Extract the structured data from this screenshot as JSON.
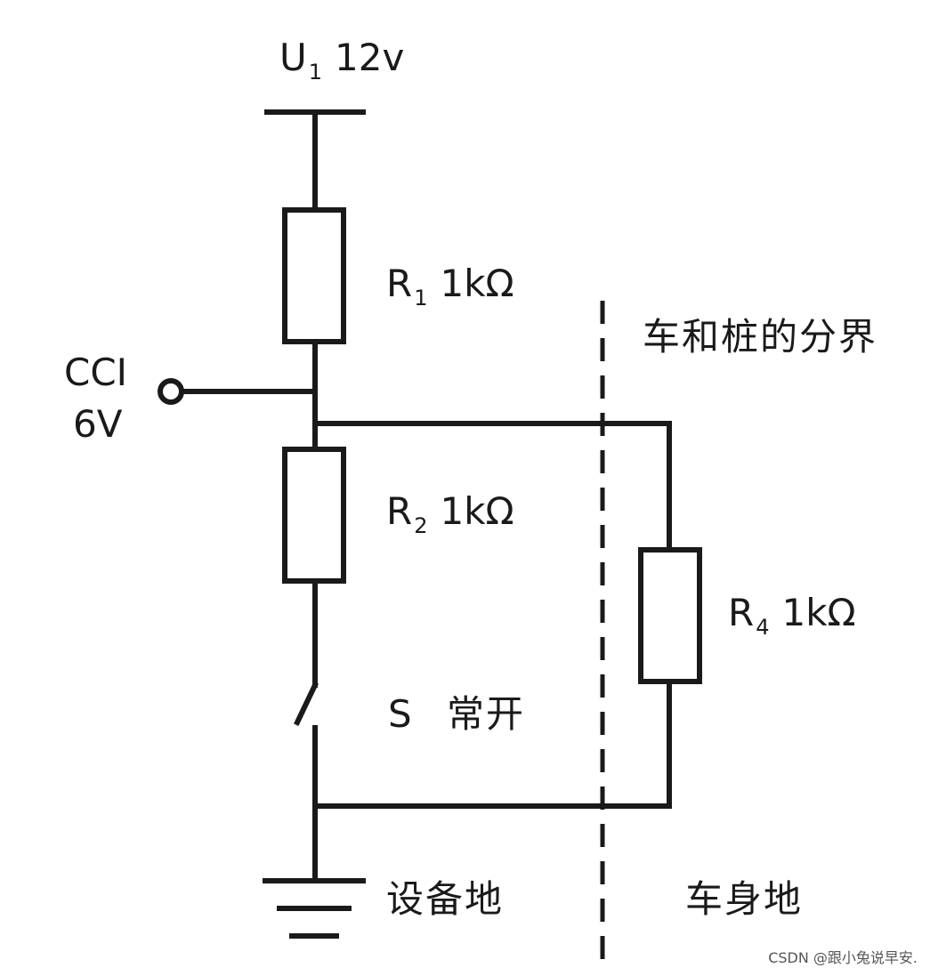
{
  "supply": {
    "name": "U",
    "sub": "1",
    "value": "12v"
  },
  "cci": {
    "name": "CCI",
    "value": "6V"
  },
  "resistors": {
    "r1": {
      "name": "R",
      "sub": "1",
      "value": "1kΩ"
    },
    "r2": {
      "name": "R",
      "sub": "2",
      "value": "1kΩ"
    },
    "r4": {
      "name": "R",
      "sub": "4",
      "value": "1kΩ"
    }
  },
  "switch": {
    "name": "S",
    "state": "常开"
  },
  "boundary_label": "车和桩的分界",
  "equipment_ground_label": "设备地",
  "vehicle_ground_label": "车身地",
  "watermark": "CSDN @跟小兔说早安.",
  "colors": {
    "line": "#1a1a1a",
    "background": "#ffffff"
  }
}
